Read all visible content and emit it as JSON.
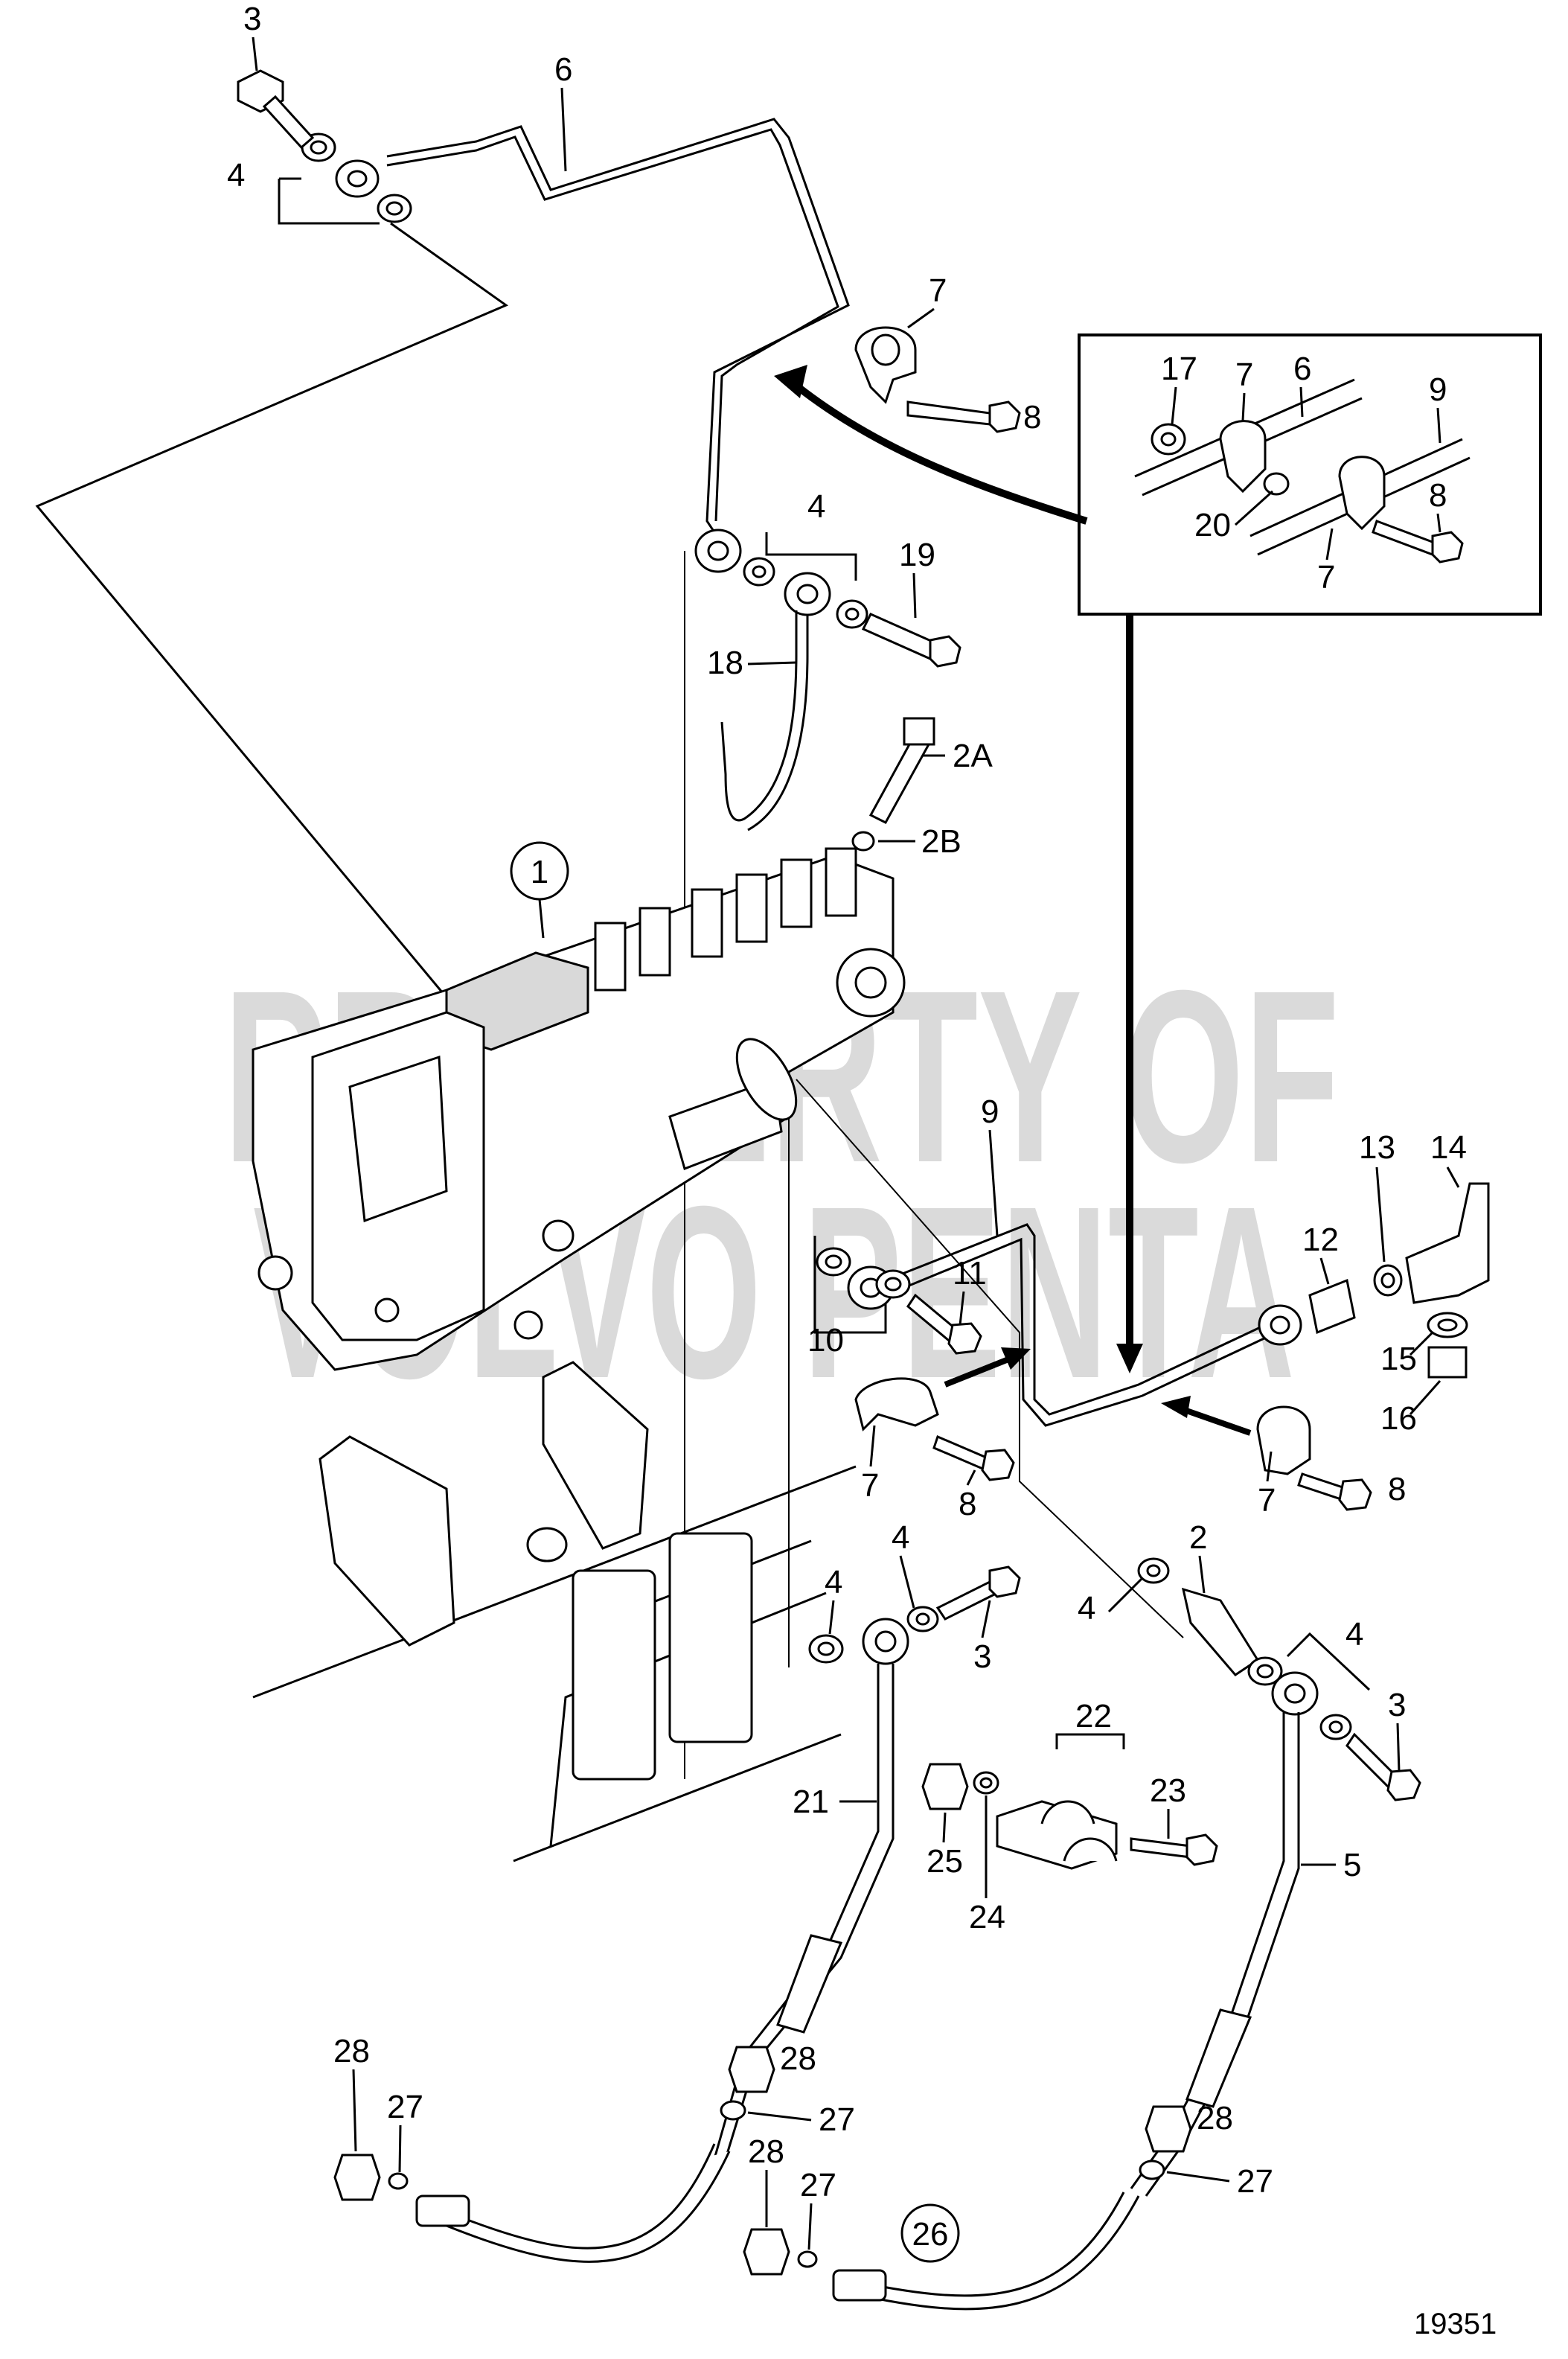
{
  "watermark": {
    "line1": "PROPERTY OF",
    "line2": "VOLVO PENTA",
    "color": "#bdbdbd"
  },
  "figure_number": "19351",
  "callouts": {
    "c1": "1",
    "c26": "26"
  },
  "labels": {
    "l3a": "3",
    "l6a": "6",
    "l4a": "4",
    "l7a": "7",
    "l8a": "8",
    "l17": "17",
    "l7b": "7",
    "l6b": "6",
    "l9a": "9",
    "l20": "20",
    "l8b": "8",
    "l7c": "7",
    "l4b": "4",
    "l19": "19",
    "l18": "18",
    "l2A": "2A",
    "l2B": "2B",
    "l9b": "9",
    "l13": "13",
    "l14": "14",
    "l12": "12",
    "l11": "11",
    "l10": "10",
    "l15": "15",
    "l16": "16",
    "l7d": "7",
    "l8c": "8",
    "l8d": "8",
    "l7e": "7",
    "l4c": "4",
    "l4d": "4",
    "l3b": "3",
    "l4e": "4",
    "l2": "2",
    "l4f": "4",
    "l3c": "3",
    "l22": "22",
    "l21": "21",
    "l23": "23",
    "l25": "25",
    "l24": "24",
    "l5": "5",
    "l28a": "28",
    "l28b": "28",
    "l27a": "27",
    "l27b": "27",
    "l28c": "28",
    "l27c": "27",
    "l28d": "28",
    "l27d": "27"
  }
}
